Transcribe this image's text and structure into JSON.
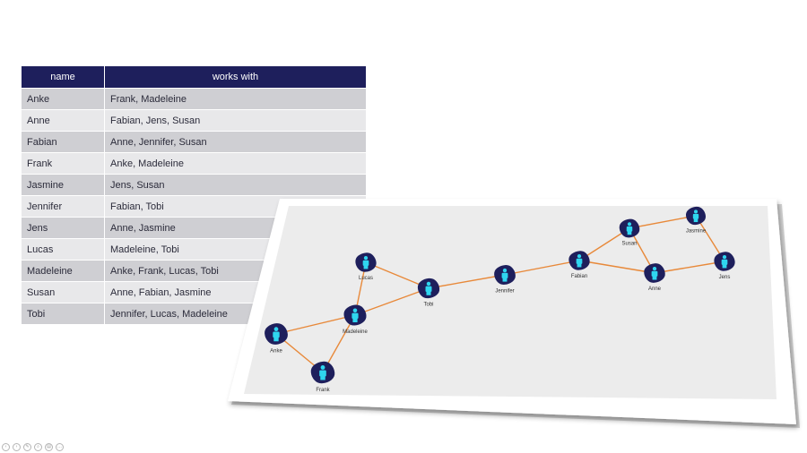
{
  "table": {
    "headers": {
      "name": "name",
      "works_with": "works with"
    },
    "rows": [
      {
        "name": "Anke",
        "works_with": "Frank, Madeleine"
      },
      {
        "name": "Anne",
        "works_with": "Fabian, Jens, Susan"
      },
      {
        "name": "Fabian",
        "works_with": "Anne, Jennifer, Susan"
      },
      {
        "name": "Frank",
        "works_with": "Anke, Madeleine"
      },
      {
        "name": "Jasmine",
        "works_with": "Jens, Susan"
      },
      {
        "name": "Jennifer",
        "works_with": "Fabian, Tobi"
      },
      {
        "name": "Jens",
        "works_with": "Anne, Jasmine"
      },
      {
        "name": "Lucas",
        "works_with": "Madeleine, Tobi"
      },
      {
        "name": "Madeleine",
        "works_with": "Anke, Frank, Lucas, Tobi"
      },
      {
        "name": "Susan",
        "works_with": "Anne, Fabian, Jasmine"
      },
      {
        "name": "Tobi",
        "works_with": "Jennifer, Lucas, Madeleine"
      }
    ]
  },
  "graph": {
    "nodes": [
      "Lucas",
      "Tobi",
      "Madeleine",
      "Anke",
      "Frank",
      "Jennifer",
      "Fabian",
      "Susan",
      "Jasmine",
      "Anne",
      "Jens"
    ],
    "edges": [
      [
        "Lucas",
        "Tobi"
      ],
      [
        "Lucas",
        "Madeleine"
      ],
      [
        "Tobi",
        "Madeleine"
      ],
      [
        "Tobi",
        "Jennifer"
      ],
      [
        "Madeleine",
        "Anke"
      ],
      [
        "Madeleine",
        "Frank"
      ],
      [
        "Anke",
        "Frank"
      ],
      [
        "Jennifer",
        "Fabian"
      ],
      [
        "Fabian",
        "Susan"
      ],
      [
        "Fabian",
        "Anne"
      ],
      [
        "Susan",
        "Jasmine"
      ],
      [
        "Susan",
        "Anne"
      ],
      [
        "Jasmine",
        "Jens"
      ],
      [
        "Anne",
        "Jens"
      ]
    ]
  },
  "colors": {
    "header_bg": "#1e1f5c",
    "node_fill": "#1e1f5c",
    "person_icon": "#2fd6f0",
    "edge": "#e8893a",
    "panel_bg": "#ececec",
    "panel_border": "#ffffff"
  },
  "toolbar": {
    "icons": [
      "prev-icon",
      "next-icon",
      "pen-icon",
      "zoom-icon",
      "slides-icon",
      "more-icon"
    ],
    "glyphs": [
      "‹",
      "›",
      "✎",
      "⌕",
      "▤",
      "…"
    ]
  }
}
